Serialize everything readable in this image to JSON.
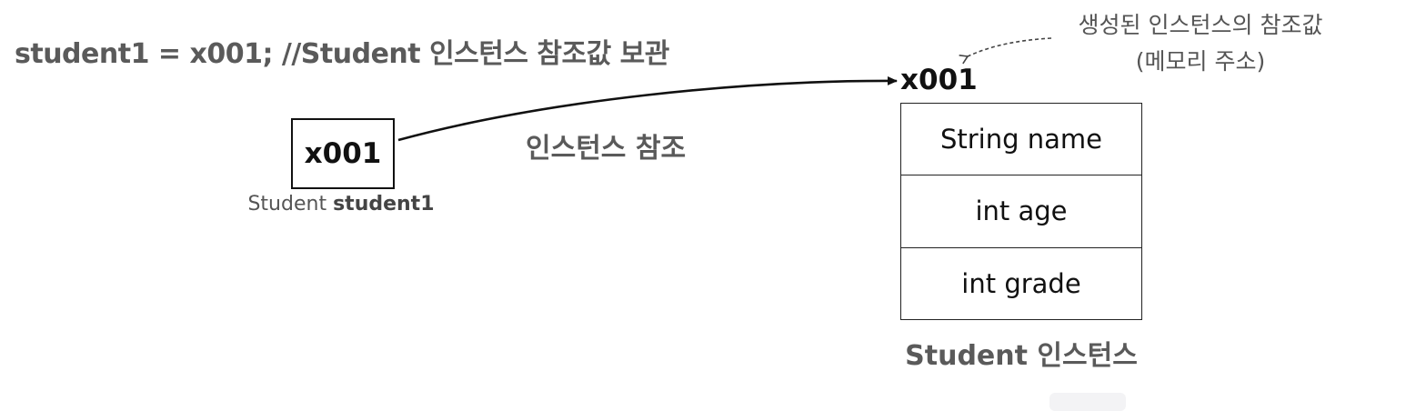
{
  "assignment_code": "student1 = x001; //Student 인스턴스 참조값 보관",
  "reference_variable": {
    "value": "x001",
    "type": "Student",
    "name": "student1"
  },
  "reference_label": "인스턴스 참조",
  "note": {
    "line1": "생성된 인스턴스의 참조값",
    "line2": "(메모리 주소)"
  },
  "instance": {
    "address": "x001",
    "fields": [
      {
        "label": "String name"
      },
      {
        "label": "int age"
      },
      {
        "label": "int grade"
      }
    ],
    "caption": "Student 인스턴스"
  },
  "colors": {
    "text_dark": "#111111",
    "text_gray": "#5a5a5a",
    "line": "#111111",
    "dashed": "#444444"
  }
}
